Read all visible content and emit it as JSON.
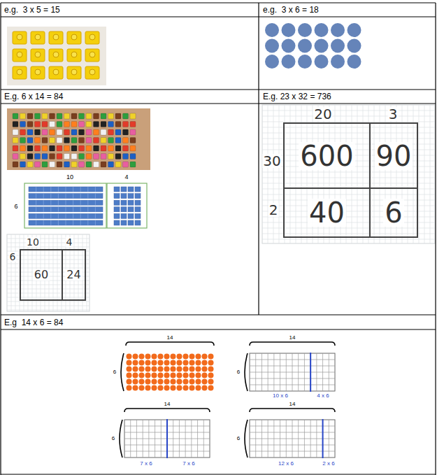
{
  "diagram": {
    "nodes": [
      {
        "text": [
          "60"
        ]
      },
      {
        "text": [
          "24"
        ]
      },
      {
        "text": [
          "600"
        ]
      },
      {
        "text": [
          "90"
        ]
      },
      {
        "text": [
          "40"
        ]
      },
      {
        "text": [
          "6"
        ]
      }
    ],
    "labels": [
      "e.g.  3 x 5 = 15",
      "e.g.  3 x 6 = 18",
      "E.g. 6 x 14 = 84",
      "E.g. 23 x 32 = 736",
      "10",
      "4",
      "6",
      "10",
      "4",
      "6",
      "20",
      "3",
      "30",
      "2",
      "E.g  14 x 6 = 84",
      "14",
      "6",
      "14",
      "6",
      "10 x 6",
      "4 x 6",
      "14",
      "6",
      "7 x 6",
      "7 x 6",
      "14",
      "6",
      "12 x 6",
      "2 x 6"
    ]
  }
}
